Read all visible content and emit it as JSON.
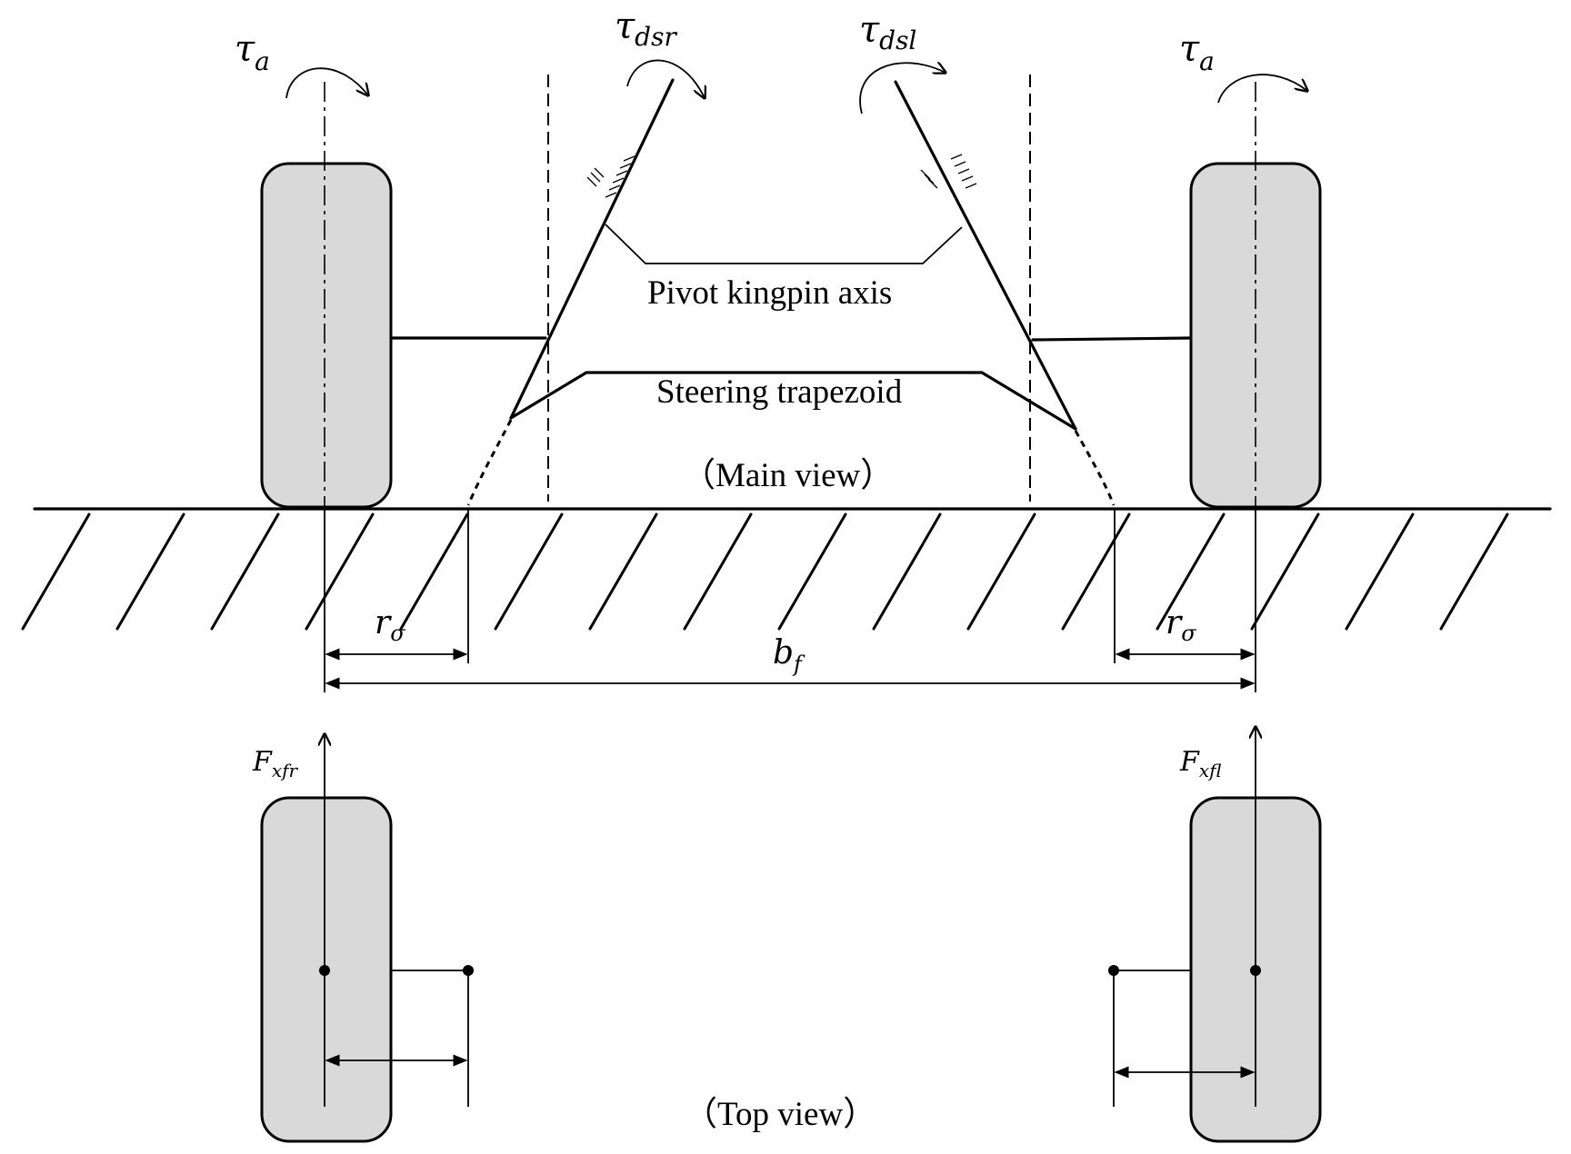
{
  "labels": {
    "tau_main": "τ",
    "tau_a_sub": "a",
    "tau_dsr_sub": "dsr",
    "tau_dsl_sub": "dsl",
    "r_main": "r",
    "r_sub": "σ",
    "b_main": "b",
    "b_sub": "f",
    "F_main": "F",
    "F_xfr_sub": "xfr",
    "F_xfl_sub": "xfl",
    "pivot_kingpin_axis": "Pivot kingpin axis",
    "steering_trapezoid": "Steering trapezoid",
    "main_view": "（Main view）",
    "top_view": "（Top view）"
  },
  "colors": {
    "tire_fill": "#d9d9d9",
    "line": "#000000",
    "background": "#ffffff"
  }
}
